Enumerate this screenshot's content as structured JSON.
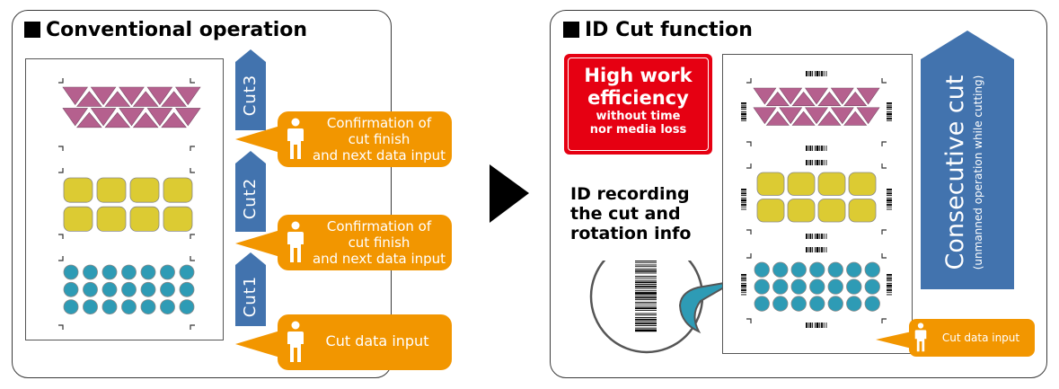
{
  "colors": {
    "triangle": "#b5608e",
    "square": "#dccb33",
    "circle": "#2e9bb5",
    "arrow_blue": "#4273ae",
    "bubble_orange": "#f29600",
    "red_box": "#e60012",
    "outline": "#777777"
  },
  "left_panel": {
    "title": "Conventional operation",
    "cut_arrows": [
      {
        "label": "Cut3"
      },
      {
        "label": "Cut2"
      },
      {
        "label": "Cut1"
      }
    ],
    "bubbles": [
      {
        "text_lines": [
          "Confirmation of",
          "cut finish",
          "and next data input"
        ],
        "icon": "person-icon"
      },
      {
        "text_lines": [
          "Confirmation of",
          "cut finish",
          "and next data input"
        ],
        "icon": "person-icon"
      },
      {
        "text_lines": [
          "Cut data input"
        ],
        "icon": "person-icon"
      }
    ],
    "sheet": {
      "groups": [
        {
          "shape": "triangle",
          "rows": 2,
          "down_per_row": 5,
          "up_per_row": 4
        },
        {
          "shape": "rounded-square",
          "rows": 2,
          "cols": 4
        },
        {
          "shape": "circle",
          "rows": 3,
          "cols": 7
        }
      ]
    }
  },
  "transition_arrow": {
    "icon": "play-triangle-icon"
  },
  "right_panel": {
    "title": "ID Cut function",
    "highlight": {
      "line1": "High work",
      "line2": "efficiency",
      "line3": "without time",
      "line4": "nor media loss"
    },
    "id_label_lines": [
      "ID recording",
      "the cut and",
      "rotation info"
    ],
    "magnifier_icon": "barcode-icon",
    "consecutive_arrow": {
      "main": "Consecutive cut",
      "sub": "(unmanned operation while cutting)"
    },
    "bubble": {
      "text": "Cut data input",
      "icon": "person-icon"
    }
  }
}
